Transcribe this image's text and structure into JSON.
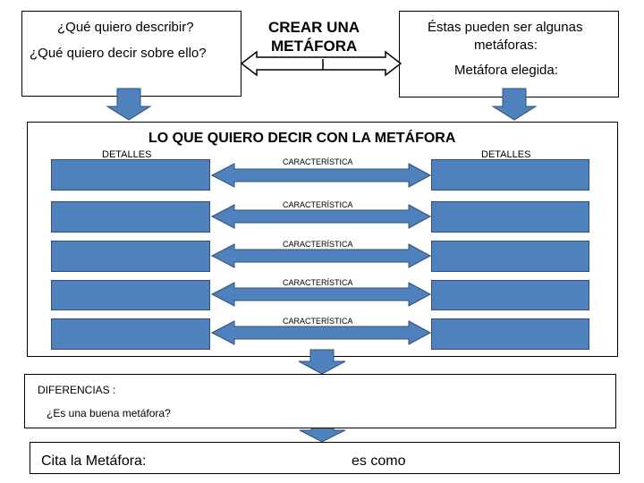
{
  "top_left": {
    "question1": "¿Qué quiero describir?",
    "question2": "¿Qué quiero decir sobre ello?"
  },
  "center_title": {
    "line1": "CREAR UNA",
    "line2": "METÁFORA"
  },
  "top_right": {
    "line1": "Éstas pueden ser algunas",
    "line2": "metáforas:",
    "line3": "Metáfora elegida:"
  },
  "main": {
    "title": "LO QUE QUIERO DECIR CON LA METÁFORA",
    "left_header": "DETALLES",
    "right_header": "DETALLES",
    "rows": [
      {
        "label": "CARACTERÍSTICA"
      },
      {
        "label": "CARACTERÍSTICA"
      },
      {
        "label": "CARACTERÍSTICA"
      },
      {
        "label": "CARACTERÍSTICA"
      },
      {
        "label": "CARACTERÍSTICA"
      }
    ]
  },
  "differences": {
    "label": "DIFERENCIAS :",
    "question": "¿Es una buena metáfora?"
  },
  "cite": {
    "label": "Cita la Metáfora:",
    "connector": "es como"
  },
  "colors": {
    "fill": "#4f81bd",
    "stroke": "#2f4f7a"
  }
}
